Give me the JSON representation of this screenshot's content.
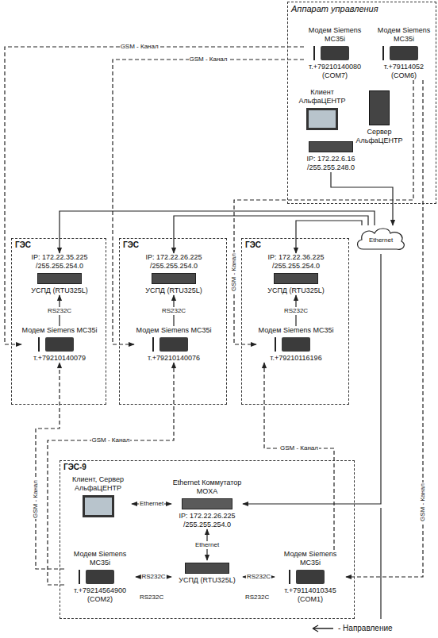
{
  "diagram": {
    "nodes": [
      {
        "text": [
          "Аппарат управления"
        ]
      },
      {
        "text": [
          "Модем Siemens MC35i",
          "т.+79210140080 (COM7)"
        ],
        "in": 0
      },
      {
        "text": [
          "Модем Siemens MC35i",
          "т.+79114052 (COM6)"
        ],
        "in": 0
      },
      {
        "text": [
          "Клиент АльфаЦЕНТР"
        ],
        "in": 0
      },
      {
        "text": [
          "Сервер АльфаЦЕНТР"
        ],
        "in": 0
      },
      {
        "text": [
          "IP: 172.22.6.16 /255.255.248.0"
        ],
        "in": 0
      },
      {
        "text": [
          "Ethernet"
        ]
      },
      {
        "text": [
          "ГЭС"
        ]
      },
      {
        "text": [
          "IP: 172.22.35.225 /255.255.254.0",
          "УСПД (RTU325L)"
        ],
        "in": 7
      },
      {
        "text": [
          "Модем Siemens MC35i",
          "т.+79210140079"
        ],
        "in": 7
      },
      {
        "text": [
          "ГЭС"
        ]
      },
      {
        "text": [
          "IP: 172.22.26.225 /255.255.254.0",
          "УСПД (RTU325L)"
        ],
        "in": 10
      },
      {
        "text": [
          "Модем Siemens MC35i",
          "т.+79210140076"
        ],
        "in": 10
      },
      {
        "text": [
          "ГЭС"
        ]
      },
      {
        "text": [
          "IP: 172.22.36.225 /255.255.254.0",
          "УСПД (RTU325L)"
        ],
        "in": 13
      },
      {
        "text": [
          "Модем Siemens MC35i",
          "т.+79210116196"
        ],
        "in": 13
      },
      {
        "text": [
          "ГЭС-9"
        ]
      },
      {
        "text": [
          "Клиент, Сервер АльфаЦЕНТР"
        ],
        "in": 16
      },
      {
        "text": [
          "Ethernet Коммутатор MOXA",
          "IP: 172.22.26.225 /255.255.254.0"
        ],
        "in": 16
      },
      {
        "text": [
          "УСПД (RTU325L)"
        ],
        "in": 16
      },
      {
        "text": [
          "Модем Siemens MC35i",
          "т.+79214564900 (COM2)"
        ],
        "in": 16
      },
      {
        "text": [
          "Модем Siemens MC35i",
          "т.+79114010345 (COM1)"
        ],
        "in": 16
      }
    ],
    "edges": [
      {
        "from": 5,
        "to": 6,
        "arrow": "to"
      },
      {
        "from": 6,
        "to": 8,
        "arrow": "to"
      },
      {
        "from": 6,
        "to": 11,
        "arrow": "to"
      },
      {
        "from": 6,
        "to": 14,
        "arrow": "to"
      },
      {
        "from": 9,
        "to": 8,
        "label": "RS232C",
        "arrow": "to"
      },
      {
        "from": 12,
        "to": 11,
        "label": "RS232C",
        "arrow": "to"
      },
      {
        "from": 15,
        "to": 14,
        "label": "RS232C",
        "arrow": "to"
      },
      {
        "from": 6,
        "to": 18,
        "arrow": "to"
      },
      {
        "from": 17,
        "to": 18,
        "label": "Ethernet",
        "arrow": "both"
      },
      {
        "from": 18,
        "to": 19,
        "label": "Ethernet",
        "arrow": "both"
      },
      {
        "from": 19,
        "to": 20,
        "label": "RS232C",
        "arrow": "both"
      },
      {
        "from": 19,
        "to": 21,
        "label": "RS232C",
        "arrow": "both"
      },
      {
        "from": 1,
        "to": 9,
        "label": "GSM - Канал",
        "arrow": "to"
      },
      {
        "from": 1,
        "to": 12,
        "label": "GSM - Канал",
        "arrow": "to"
      },
      {
        "from": 2,
        "to": 15,
        "label": "GSM - Канал",
        "arrow": "to"
      },
      {
        "from": 20,
        "to": 9,
        "label": "GSM - Канал",
        "arrow": "to"
      },
      {
        "from": 20,
        "to": 12,
        "label": "GSM - Канал",
        "arrow": "to"
      },
      {
        "from": 21,
        "to": 15,
        "label": "GSM - Канал",
        "arrow": "to"
      },
      {
        "from": 2,
        "to": 21,
        "label": "GSM - Канал",
        "arrow": "to"
      }
    ],
    "labels": [
      "RS232C",
      "RS232C"
    ],
    "legend": [
      {
        "text": "- Направление"
      }
    ]
  }
}
